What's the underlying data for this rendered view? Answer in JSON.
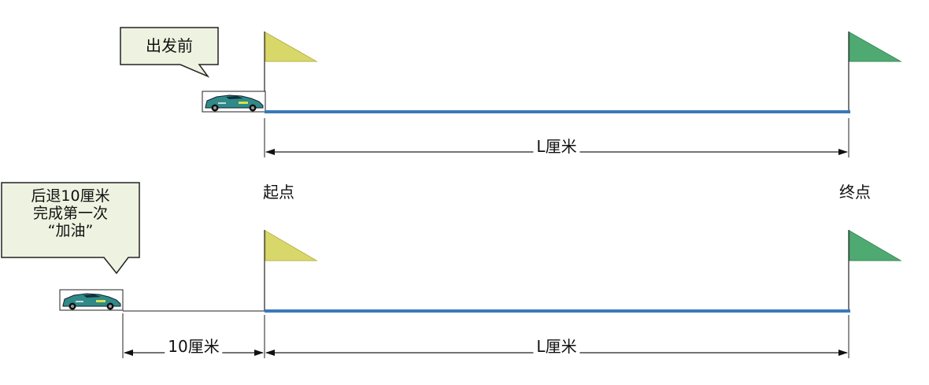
{
  "colors": {
    "track": "#3a78bd",
    "start_flag": "#d8d86a",
    "finish_flag": "#4faa72",
    "bubble_fill": "#eef2e0",
    "car_body": "#2f8a88"
  },
  "top_scene": {
    "bubble_text": "出发前",
    "start_label": "起点",
    "finish_label": "终点",
    "distance_label": "L厘米"
  },
  "bottom_scene": {
    "bubble_lines": [
      "后退10厘米",
      "完成第一次",
      "“加油”"
    ],
    "backup_distance_label": "10厘米",
    "distance_label": "L厘米"
  }
}
